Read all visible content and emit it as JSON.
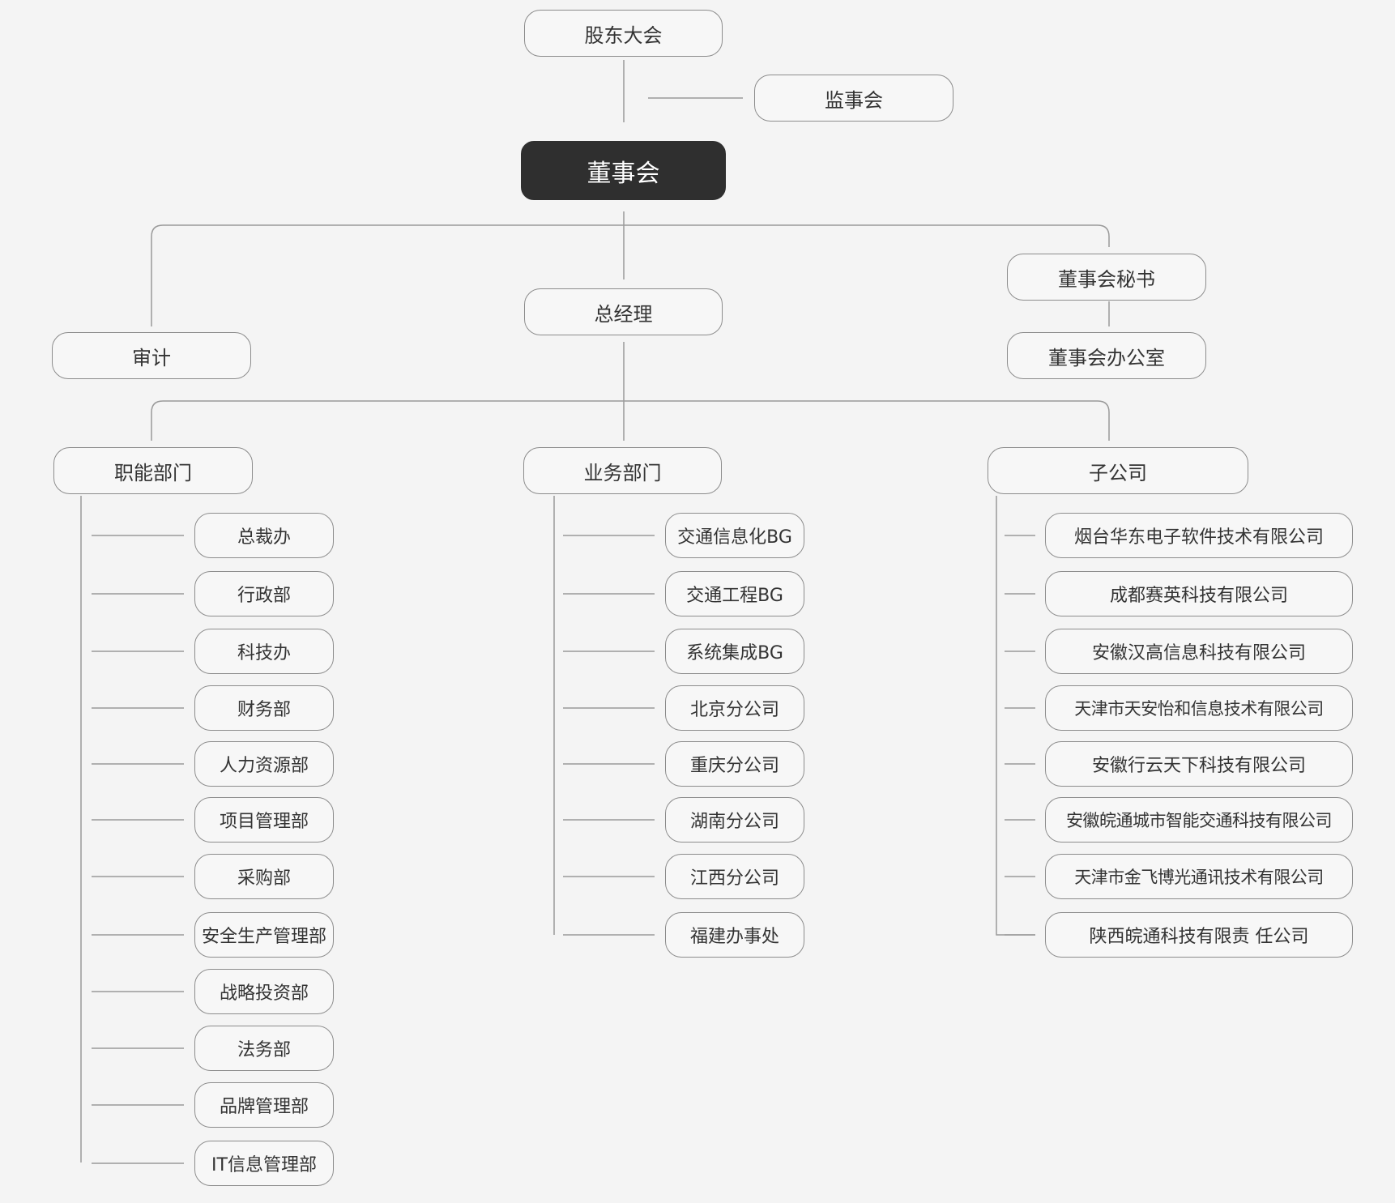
{
  "colors": {
    "background": "#f4f4f4",
    "node_border": "#8c8c8c",
    "line": "#9a9a9a",
    "root_fill": "#2f2f2f",
    "root_text": "#ffffff"
  },
  "shareholders": "股东大会",
  "supervisors": "监事会",
  "board": "董事会",
  "audit": "审计",
  "general_manager": "总经理",
  "board_secretary": "董事会秘书",
  "board_office": "董事会办公室",
  "functional": {
    "label": "职能部门",
    "items": [
      "总裁办",
      "行政部",
      "科技办",
      "财务部",
      "人力资源部",
      "项目管理部",
      "采购部",
      "安全生产管理部",
      "战略投资部",
      "法务部",
      "品牌管理部",
      "IT信息管理部"
    ]
  },
  "business": {
    "label": "业务部门",
    "items": [
      "交通信息化BG",
      "交通工程BG",
      "系统集成BG",
      "北京分公司",
      "重庆分公司",
      "湖南分公司",
      "江西分公司",
      "福建办事处"
    ]
  },
  "subsidiaries": {
    "label": "子公司",
    "items": [
      "烟台华东电子软件技术有限公司",
      "成都赛英科技有限公司",
      "安徽汉高信息科技有限公司",
      "天津市天安怡和信息技术有限公司",
      "安徽行云天下科技有限公司",
      "安徽皖通城市智能交通科技有限公司",
      "天津市金飞博光通讯技术有限公司",
      "陕西皖通科技有限责 任公司"
    ]
  }
}
